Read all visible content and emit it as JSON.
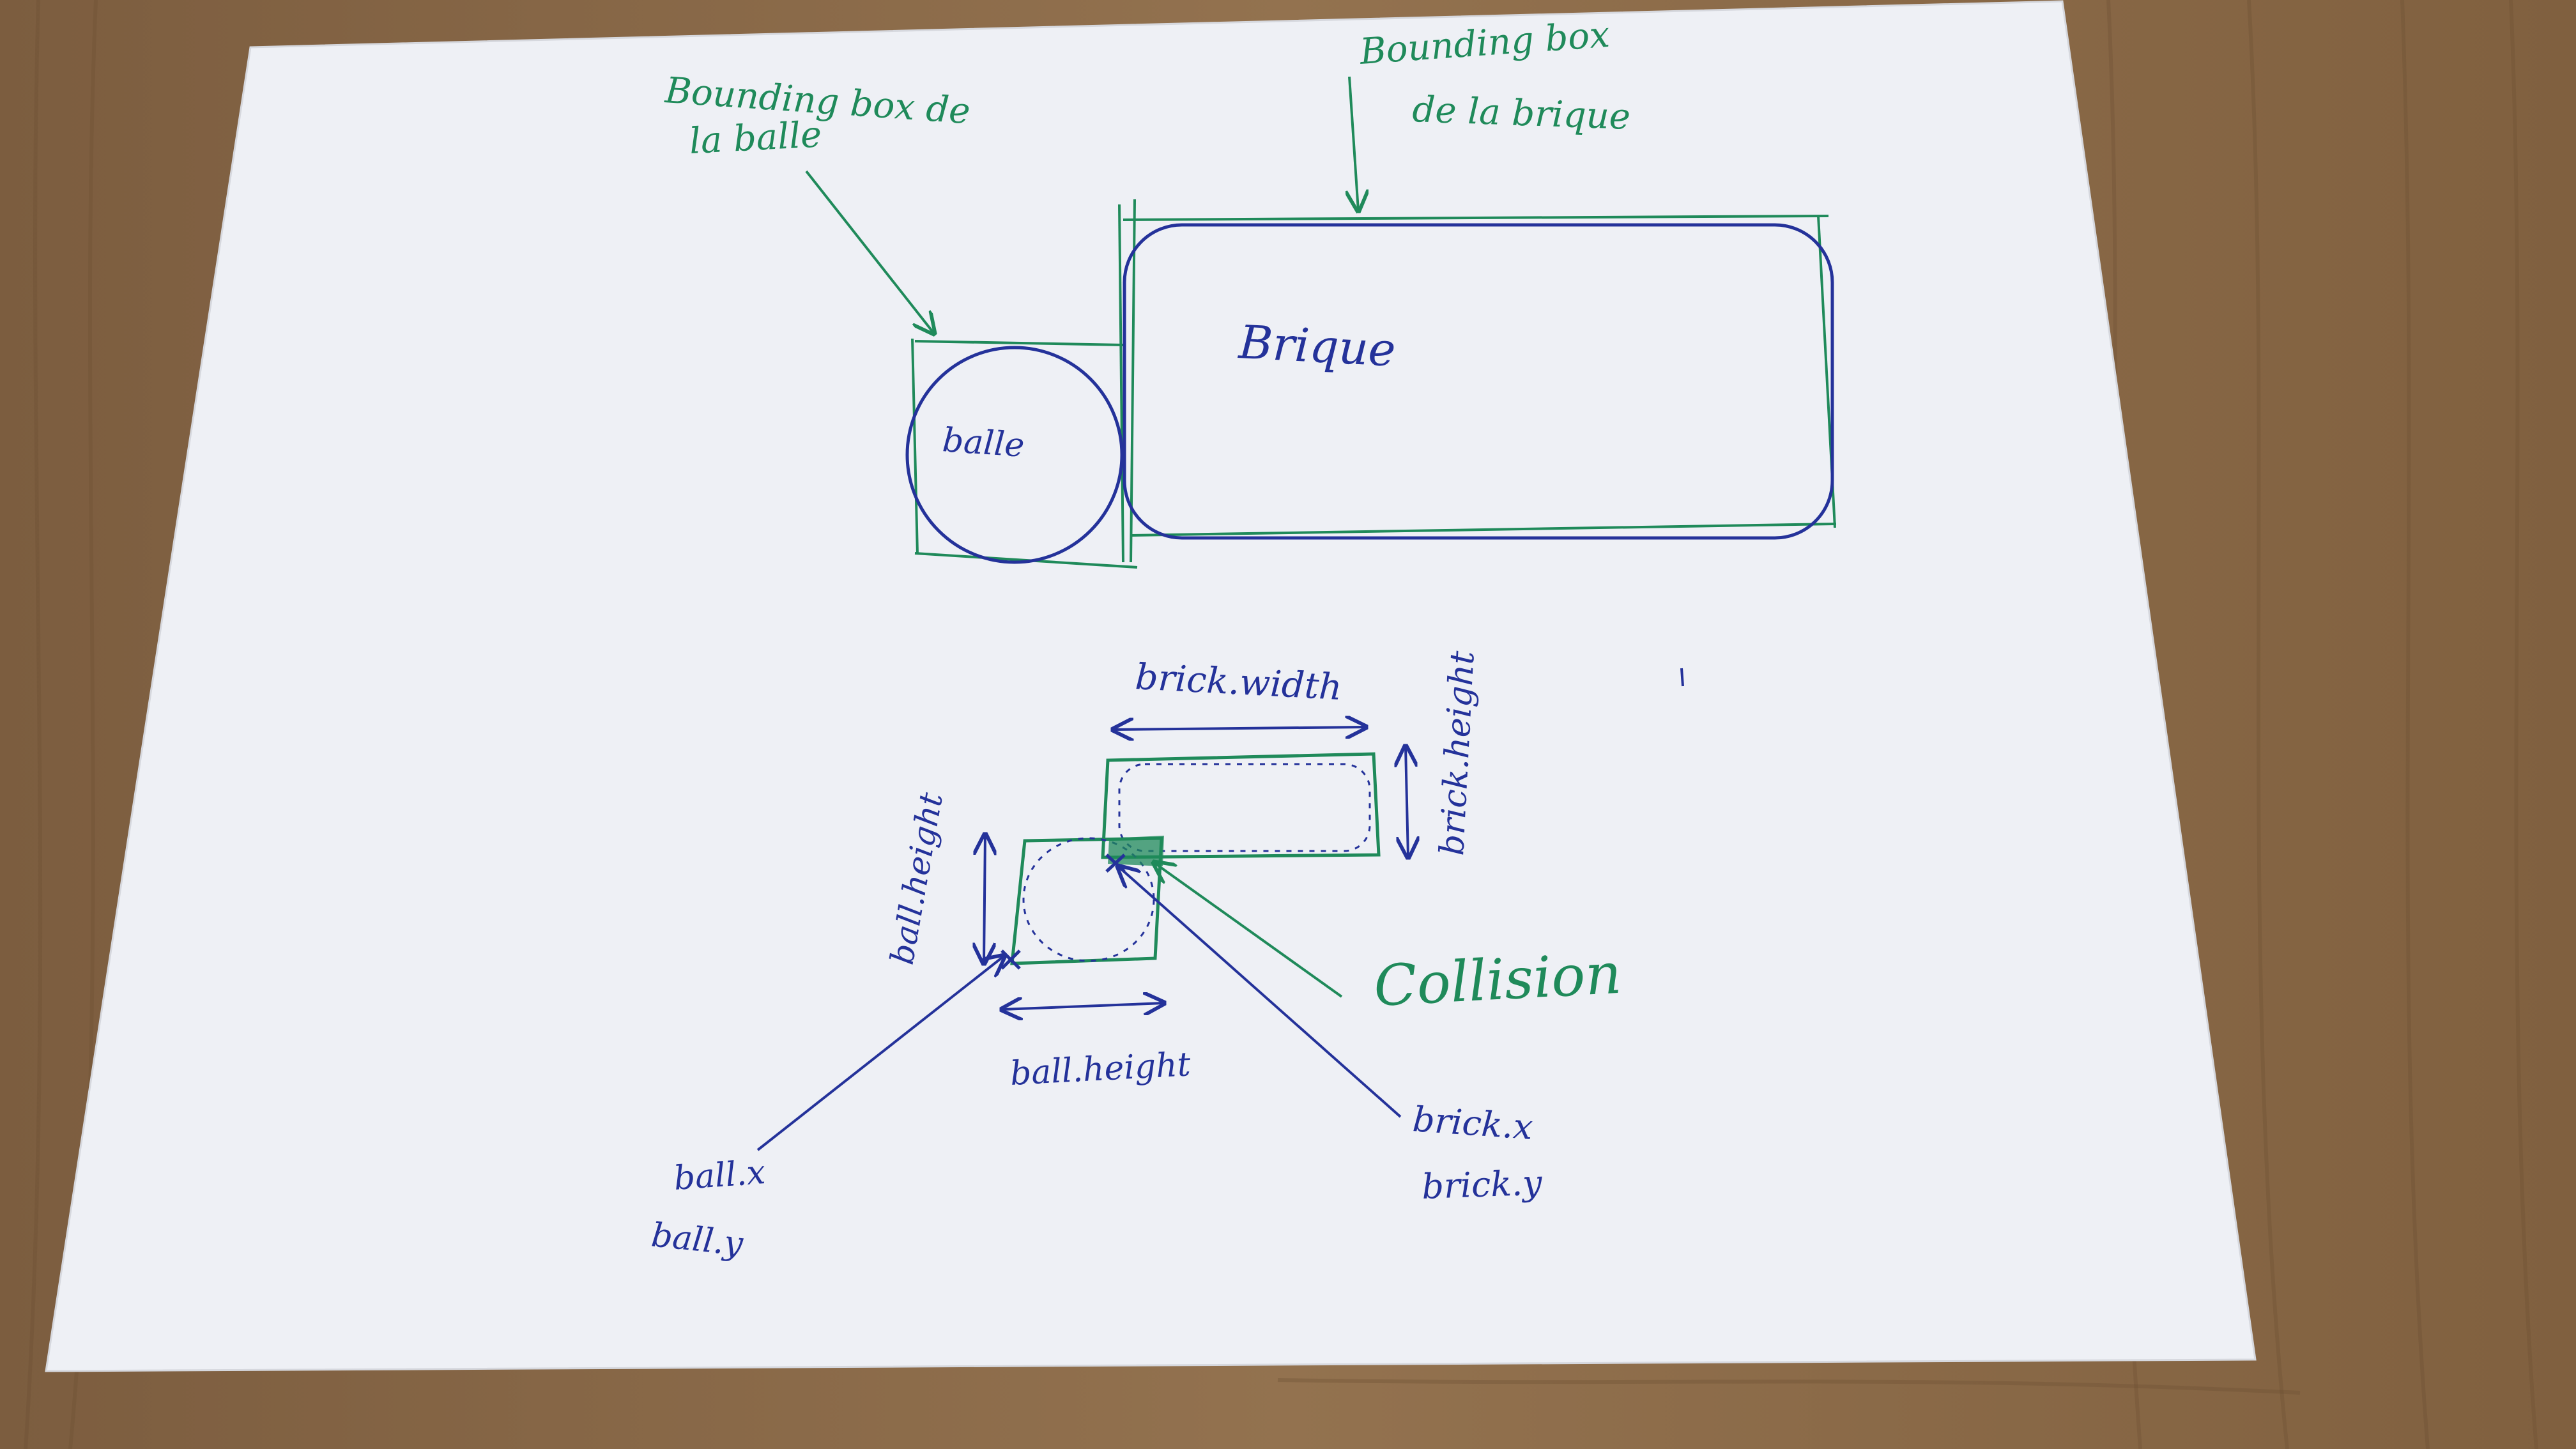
{
  "colors": {
    "table": "#8a6a49",
    "paper": "#eef0f5",
    "ink_blue": "#24329a",
    "ink_green": "#1f8a5a"
  },
  "labels": {
    "ball_bbox_label": "Bounding box de la balle",
    "ball_bbox_line1": "Bounding box de",
    "ball_bbox_line2": "la balle",
    "brick_bbox_label": "Bounding box de la brique",
    "brick_bbox_line1": "Bounding box",
    "brick_bbox_line2": "de la brique",
    "brick": "Brique",
    "ball": "balle",
    "brick_width": "brick.width",
    "brick_height": "brick.height",
    "ball_height_vertical": "ball.height",
    "ball_height_horizontal": "ball.height",
    "collision": "Collision",
    "ball_x": "ball.x",
    "ball_y": "ball.y",
    "brick_x": "brick.x",
    "brick_y": "brick.y"
  }
}
